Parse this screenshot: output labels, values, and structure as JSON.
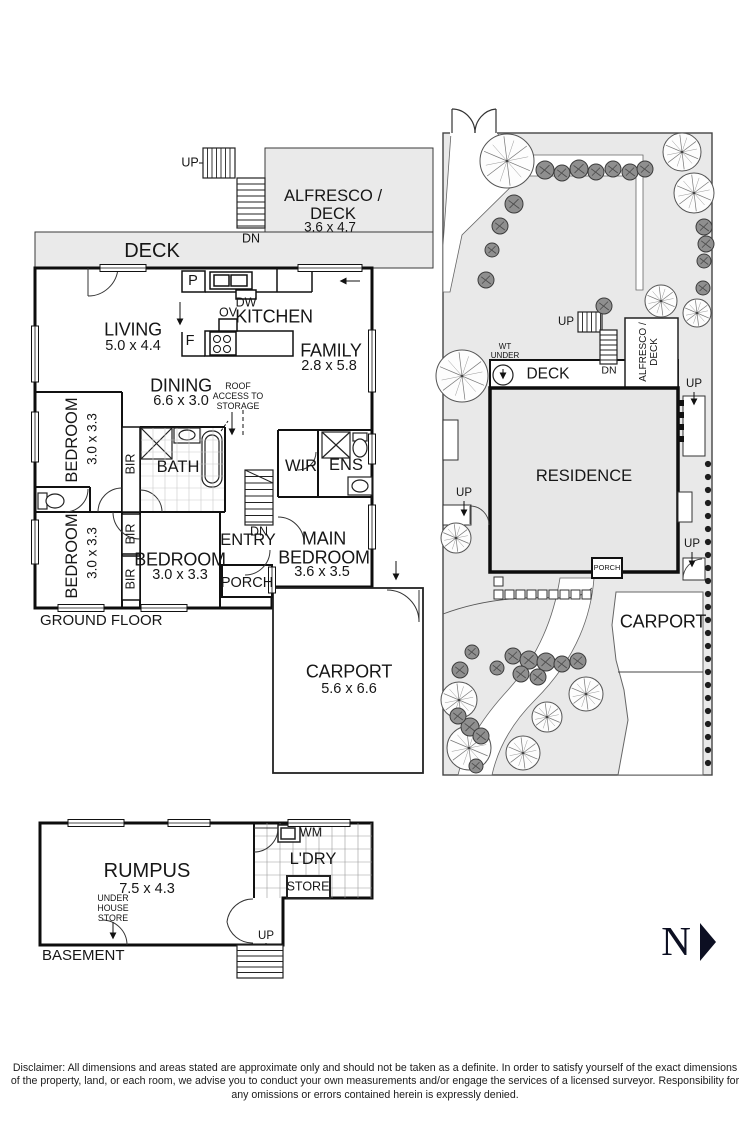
{
  "shared": {
    "up": "UP",
    "dn": "DN",
    "bir": "BIR",
    "bedroom": "BEDROOM",
    "bedroom_dims": "3.0 x 3.3",
    "deck": "DECK",
    "porch": "PORCH",
    "carport": "CARPORT"
  },
  "ground_floor": {
    "title": "GROUND FLOOR",
    "alfresco": "ALFRESCO /\nDECK",
    "alfresco_dims": "3.6 x 4.7",
    "living": "LIVING",
    "living_dims": "5.0 x 4.4",
    "kitchen": "KITCHEN",
    "family": "FAMILY",
    "family_dims": "2.8 x 5.8",
    "dining": "DINING",
    "dining_dims": "6.6 x 3.0",
    "roof_access": "ROOF\nACCESS TO\nSTORAGE",
    "bath": "BATH",
    "wir": "WIR",
    "ens": "ENS",
    "entry": "ENTRY",
    "main_bedroom": "MAIN\nBEDROOM",
    "main_bedroom_dims": "3.6 x 3.5",
    "carport_dims": "5.6 x 6.6",
    "pantry": "P",
    "fridge": "F",
    "dishwasher": "DW",
    "oven": "OV"
  },
  "site_plan": {
    "residence": "RESIDENCE",
    "wt_under": "WT\nUNDER",
    "alfresco": "ALFRESCO /\nDECK"
  },
  "basement": {
    "title": "BASEMENT",
    "rumpus": "RUMPUS",
    "rumpus_dims": "7.5 x 4.3",
    "under_house_store": "UNDER\nHOUSE\nSTORE",
    "laundry": "L'DRY",
    "wm": "WM",
    "store": "STORE"
  },
  "compass": {
    "north": "N"
  },
  "disclaimer": "Disclaimer: All dimensions and areas stated are approximate only and should not be taken as a definite. In order to satisfy yourself of the exact dimensions of the property, land, or each room, we advise you to conduct your own measurements and/or engage the services of a licensed surveyor. Responsibility for any omissions or errors contained herein is expressly denied."
}
